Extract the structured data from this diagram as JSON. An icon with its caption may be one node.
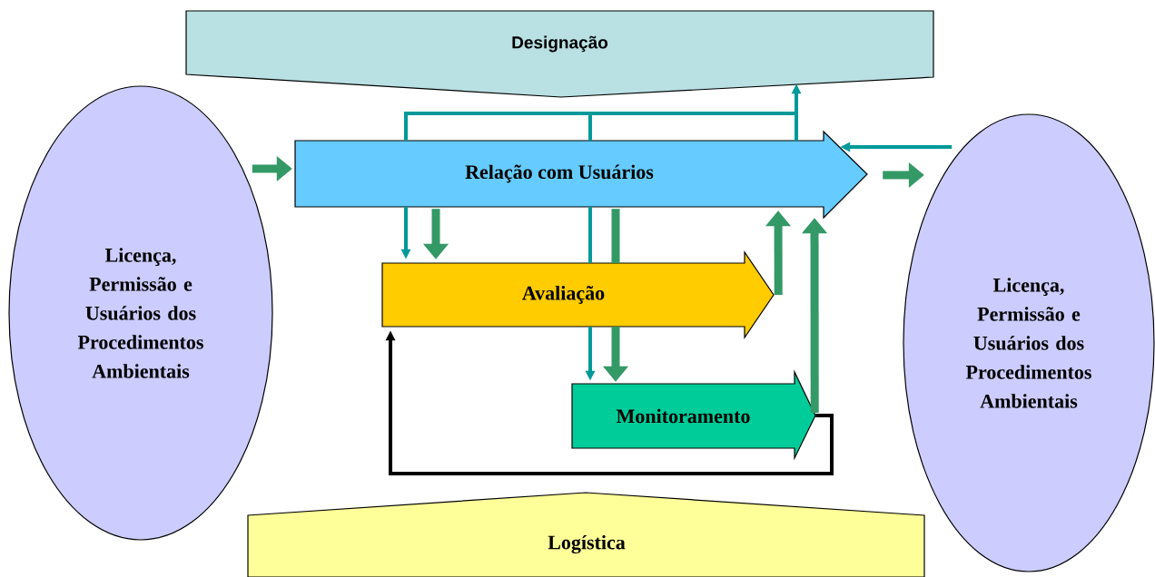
{
  "diagram": {
    "nodes": [
      {
        "text": [
          "Designação"
        ]
      },
      {
        "text": [
          "Licença, Permissão e Usuários dos Procedimentos Ambientais"
        ]
      },
      {
        "text": [
          "Relação com Usuários"
        ]
      },
      {
        "text": [
          "Avaliação"
        ]
      },
      {
        "text": [
          "Monitoramento"
        ]
      },
      {
        "text": [
          "Licença, Permissão e Usuários dos Procedimentos Ambientais"
        ]
      },
      {
        "text": [
          "Logística"
        ]
      }
    ],
    "edges": [
      {
        "from": 1,
        "to": 2,
        "arrow": "to"
      },
      {
        "from": 2,
        "to": 5,
        "arrow": "to"
      },
      {
        "from": 2,
        "to": 0,
        "arrow": "to",
        "color": "#009999"
      },
      {
        "from": 5,
        "to": 2,
        "arrow": "to",
        "color": "#009999"
      },
      {
        "from": 2,
        "to": 3,
        "arrow": "to",
        "color": "#009999"
      },
      {
        "from": 2,
        "to": 3,
        "arrow": "to"
      },
      {
        "from": 2,
        "to": 3,
        "arrow": "none",
        "color": "#009999"
      },
      {
        "from": 3,
        "to": 4,
        "arrow": "to",
        "color": "#009999"
      },
      {
        "from": 2,
        "to": 3,
        "arrow": "none"
      },
      {
        "from": 3,
        "to": 4,
        "arrow": "to"
      },
      {
        "from": 3,
        "to": 2,
        "arrow": "to"
      },
      {
        "from": 4,
        "to": 2,
        "arrow": "to"
      },
      {
        "from": 4,
        "to": 3,
        "arrow": "to",
        "color": "#000000"
      }
    ]
  }
}
